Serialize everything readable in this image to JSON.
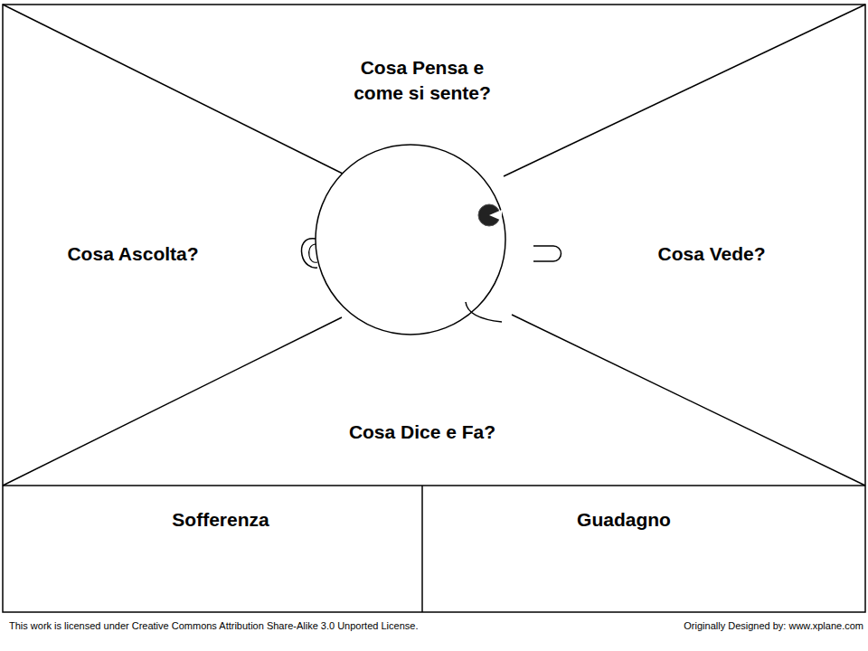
{
  "diagram": {
    "nodes": [
      {
        "text": [
          "Cosa Pensa e come si sente?"
        ]
      },
      {
        "text": [
          "Cosa Ascolta?"
        ]
      },
      {
        "text": [
          "Cosa Vede?"
        ]
      },
      {
        "text": [
          "Cosa Dice e Fa?"
        ]
      },
      {
        "text": [
          "Sofferenza"
        ]
      },
      {
        "text": [
          "Guadagno"
        ]
      }
    ],
    "edges": [],
    "labels": [
      "This work is licensed under Creative Commons Attribution Share-Alike 3.0 Unported License.",
      "Originally Designed by: www.xplane.com"
    ]
  }
}
